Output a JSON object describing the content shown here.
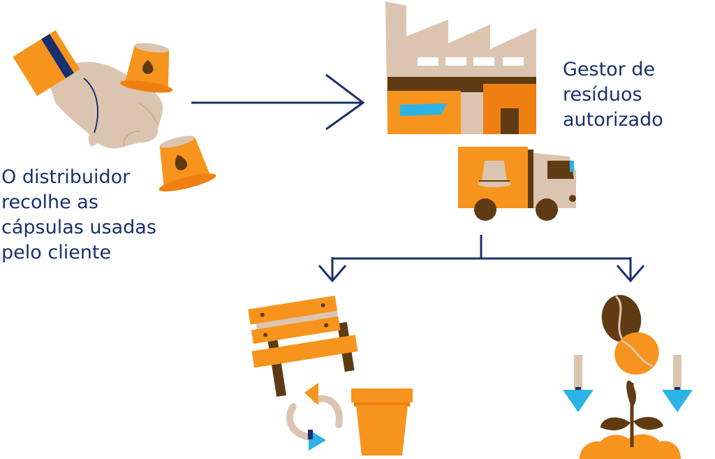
{
  "labels": {
    "distributor": [
      "O distribuidor",
      "recolhe as",
      "cápsulas usadas",
      "pelo cliente"
    ],
    "waste_manager": [
      "Gestor de",
      "resíduos",
      "autorizado"
    ]
  },
  "colors": {
    "orange": "#f7941d",
    "dark_orange": "#f07f12",
    "beige": "#dcc5b0",
    "brown": "#5f3b14",
    "navy": "#1a2f6e",
    "blue": "#2bb3e6",
    "white": "#ffffff"
  },
  "icons": [
    "hand-icon",
    "capsule-icon",
    "arrow-right-icon",
    "factory-icon",
    "truck-icon",
    "branch-arrow-icon",
    "bench-icon",
    "recycle-icon",
    "flowerpot-icon",
    "coffee-bean-icon",
    "seedling-icon",
    "arrow-down-icon"
  ]
}
